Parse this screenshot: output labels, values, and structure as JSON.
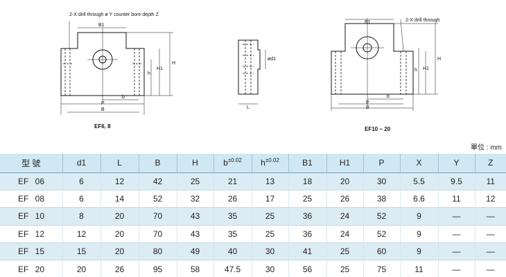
{
  "drawings": {
    "left": {
      "caption": "EF6, 8",
      "note": "2-X drill through ø Y counter bore depth Z",
      "labels": {
        "B1": "B1",
        "H": "H",
        "H1": "H1",
        "h": "h",
        "b": "b",
        "P": "P",
        "B": "B"
      }
    },
    "middle": {
      "labels": {
        "L": "L",
        "d1": "ød1"
      }
    },
    "right": {
      "caption": "EF10 ~ 20",
      "note": "2-X drill through",
      "labels": {
        "B1": "B1",
        "H": "H",
        "H1": "H1",
        "h": "h",
        "b": "b",
        "P": "P",
        "B": "B"
      }
    }
  },
  "unit_label": "單位 : mm",
  "table": {
    "headers": [
      {
        "main": "型  號",
        "sup": ""
      },
      {
        "main": "d1",
        "sup": ""
      },
      {
        "main": "L",
        "sup": ""
      },
      {
        "main": "B",
        "sup": ""
      },
      {
        "main": "H",
        "sup": ""
      },
      {
        "main": "b",
        "sup": "±0.02"
      },
      {
        "main": "h",
        "sup": "±0.02"
      },
      {
        "main": "B1",
        "sup": ""
      },
      {
        "main": "H1",
        "sup": ""
      },
      {
        "main": "P",
        "sup": ""
      },
      {
        "main": "X",
        "sup": ""
      },
      {
        "main": "Y",
        "sup": ""
      },
      {
        "main": "Z",
        "sup": ""
      }
    ],
    "rows": [
      [
        "EF  06",
        "6",
        "12",
        "42",
        "25",
        "21",
        "13",
        "18",
        "20",
        "30",
        "5.5",
        "9.5",
        "11"
      ],
      [
        "EF  08",
        "6",
        "14",
        "52",
        "32",
        "26",
        "17",
        "25",
        "26",
        "38",
        "6.6",
        "11",
        "12"
      ],
      [
        "EF  10",
        "8",
        "20",
        "70",
        "43",
        "35",
        "25",
        "36",
        "24",
        "52",
        "9",
        "—",
        "—"
      ],
      [
        "EF  12",
        "12",
        "20",
        "70",
        "43",
        "35",
        "25",
        "36",
        "24",
        "52",
        "9",
        "—",
        "—"
      ],
      [
        "EF  15",
        "15",
        "20",
        "80",
        "49",
        "40",
        "30",
        "41",
        "25",
        "60",
        "9",
        "—",
        "—"
      ],
      [
        "EF  20",
        "20",
        "26",
        "95",
        "58",
        "47.5",
        "30",
        "56",
        "25",
        "75",
        "11",
        "—",
        "—"
      ]
    ]
  }
}
